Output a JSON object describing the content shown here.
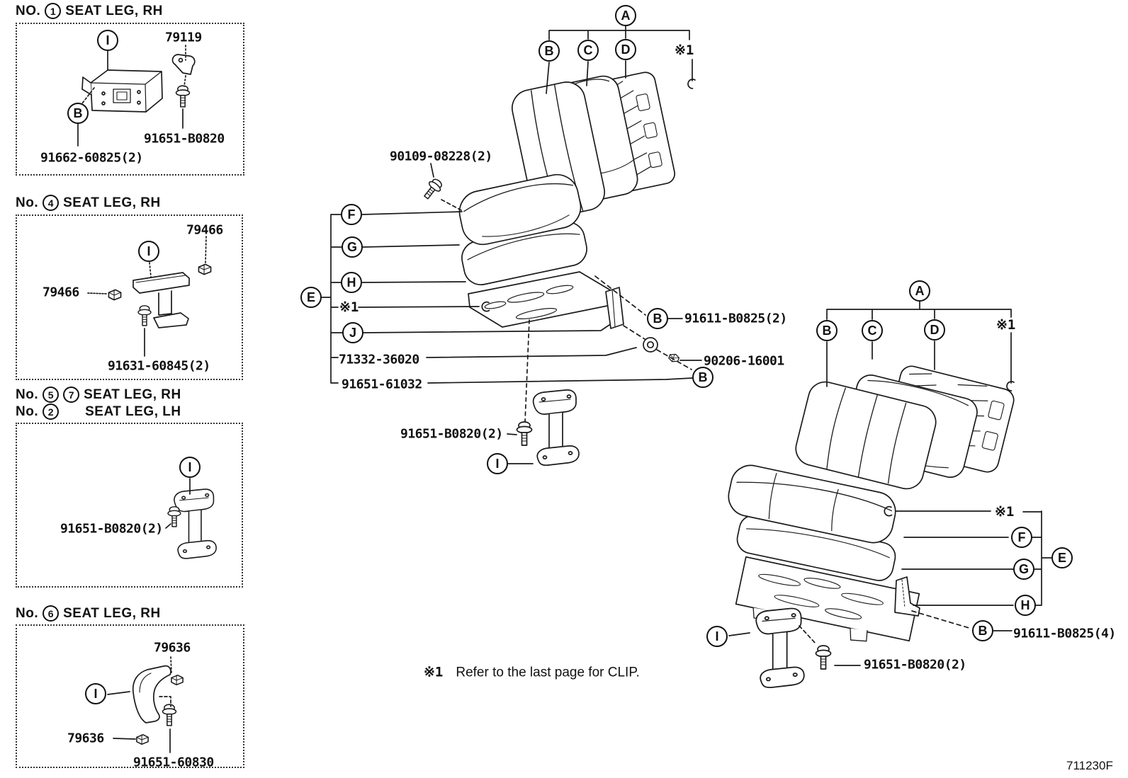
{
  "letters": {
    "a": "A",
    "b": "B",
    "c": "C",
    "d": "D",
    "e": "E",
    "f": "F",
    "g": "G",
    "h": "H",
    "i": "I",
    "j": "J"
  },
  "clip_marker": "※1",
  "footnote": {
    "marker": "※1",
    "text": "Refer to the last page for CLIP."
  },
  "figure_code": "711230F",
  "panels": [
    {
      "heading": {
        "prefix": "NO.",
        "numbers": [
          "1"
        ],
        "name": "SEAT LEG, RH"
      },
      "parts": {
        "clip": "79119",
        "bolt": "91651-B0820",
        "bolt2": "91662-60825(2)"
      }
    },
    {
      "heading": {
        "prefix": "No.",
        "numbers": [
          "4"
        ],
        "name": "SEAT LEG, RH"
      },
      "parts": {
        "clip_right": "79466",
        "clip_left": "79466",
        "bolt": "91631-60845(2)"
      }
    },
    {
      "heading": {
        "prefix": "No.",
        "numbers": [
          "5",
          "7"
        ],
        "name": "SEAT LEG, RH"
      },
      "heading2": {
        "prefix": "No.",
        "numbers": [
          "2"
        ],
        "name": "SEAT LEG, LH"
      },
      "parts": {
        "bolt": "91651-B0820(2)"
      }
    },
    {
      "heading": {
        "prefix": "No.",
        "numbers": [
          "6"
        ],
        "name": "SEAT LEG, RH"
      },
      "parts": {
        "clip_top": "79636",
        "clip_bottom": "79636",
        "bolt": "91651-60830"
      }
    }
  ],
  "front_seat": {
    "parts": {
      "seat_bolt": "90109-08228(2)",
      "hinge_bolt": "91611-B0825(2)",
      "cushion_frame": "71332-36020",
      "nut": "90206-16001",
      "adjuster": "91651-61032",
      "leg_bolt": "91651-B0820(2)"
    }
  },
  "rear_seat": {
    "parts": {
      "hinge_bolt": "91611-B0825(4)",
      "leg_bolt": "91651-B0820(2)"
    }
  }
}
